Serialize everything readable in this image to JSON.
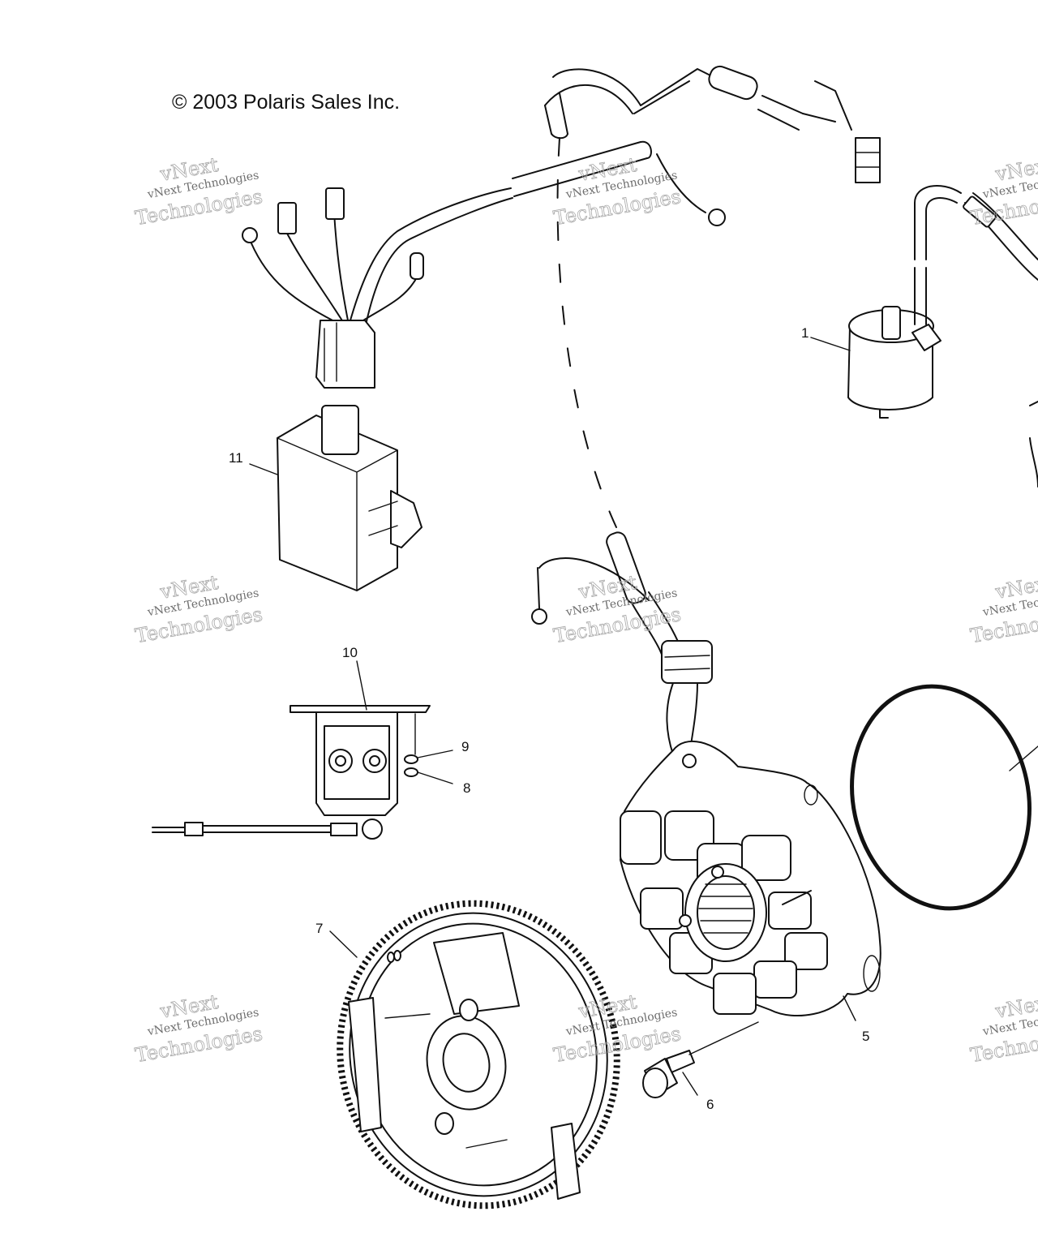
{
  "copyright": "© 2003 Polaris Sales Inc.",
  "watermark": {
    "line1": "vNext",
    "line2": "vNext Technologies",
    "line3": "Technologies"
  },
  "callouts": {
    "c1": "1",
    "c5": "5",
    "c6": "6",
    "c7": "7",
    "c8": "8",
    "c9": "9",
    "c10": "10",
    "c11": "11"
  },
  "colors": {
    "line": "#111111",
    "watermark": "#a8a8a8",
    "background": "#ffffff"
  }
}
